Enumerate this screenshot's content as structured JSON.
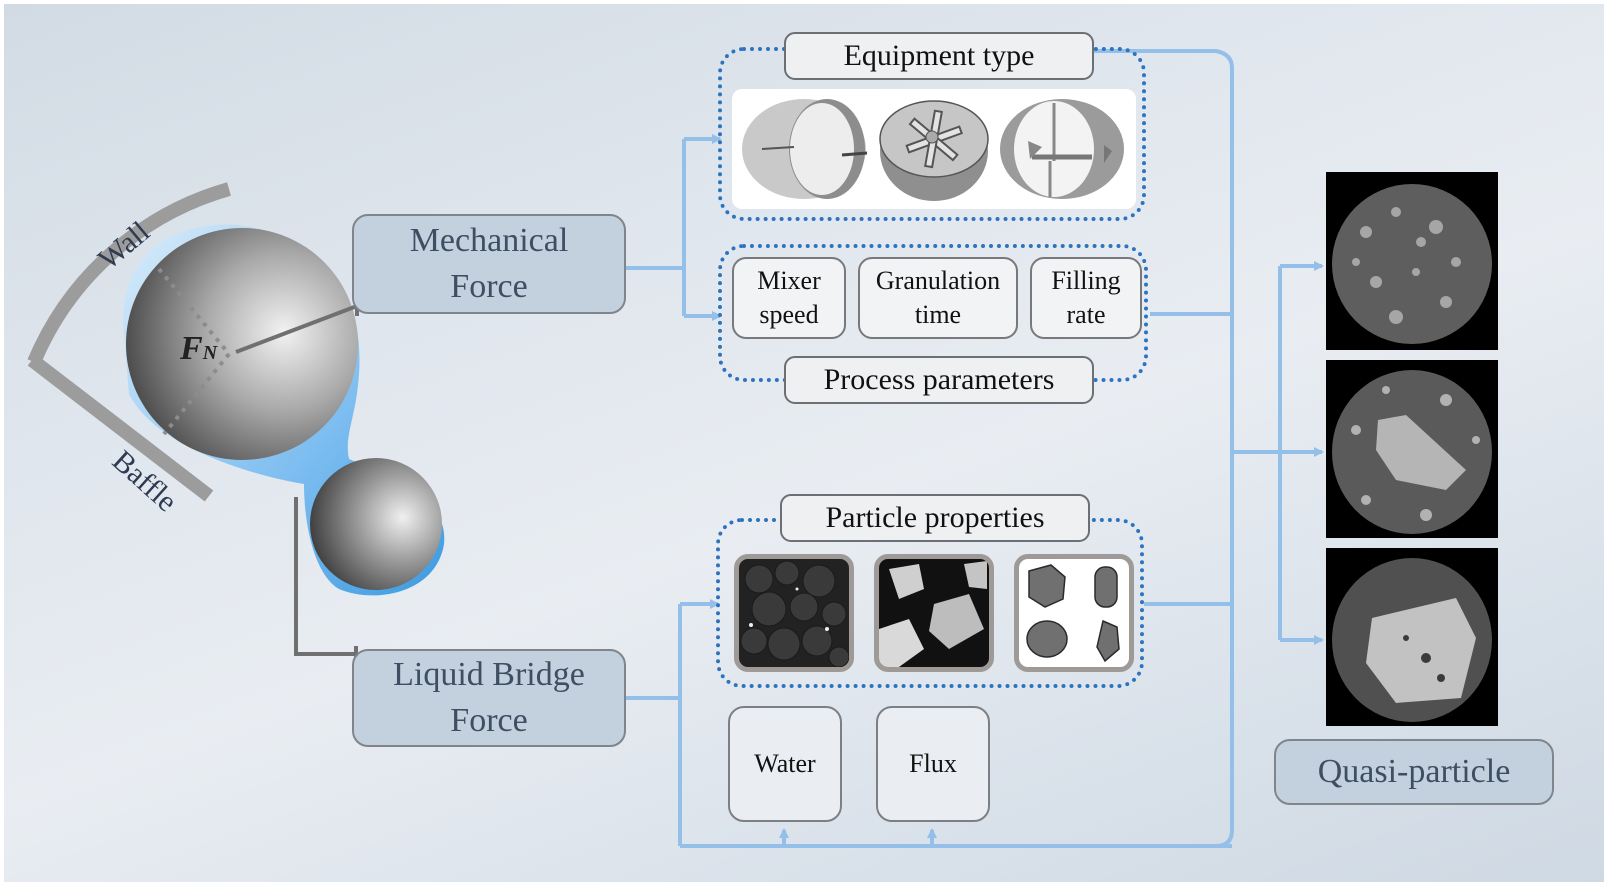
{
  "diagram": {
    "left_schematic": {
      "wall_label": "Wall",
      "baffle_label": "Baffle",
      "force_symbol": "F",
      "force_subscript": "N"
    },
    "forces": {
      "mechanical": {
        "line1": "Mechanical",
        "line2": "Force"
      },
      "liquid_bridge": {
        "line1": "Liquid Bridge",
        "line2": "Force"
      }
    },
    "equipment": {
      "title": "Equipment type",
      "images": [
        "drum-mixer-with-lifters",
        "pan-mixer-with-rotor",
        "drum-mixer-with-paddles"
      ]
    },
    "process": {
      "title": "Process parameters",
      "items": [
        {
          "line1": "Mixer",
          "line2": "speed"
        },
        {
          "line1": "Granulation",
          "line2": "time"
        },
        {
          "line1": "Filling",
          "line2": "rate"
        }
      ]
    },
    "particle": {
      "title": "Particle properties",
      "images": [
        "spherical-pellets-dark",
        "angular-ore-grains",
        "shape-models"
      ]
    },
    "liquid": {
      "items": [
        "Water",
        "Flux"
      ]
    },
    "result": {
      "label": "Quasi-particle",
      "images": [
        "quasi-particle-fine",
        "quasi-particle-coarse-core",
        "quasi-particle-large-core"
      ]
    },
    "colors": {
      "arrow_blue": "#93bfe8",
      "dotted_blue": "#2d73bf",
      "force_box_fill": "#c3d0dd",
      "liquid_blue": "#3b9be0",
      "wall_gray": "#9c9c9c"
    }
  }
}
